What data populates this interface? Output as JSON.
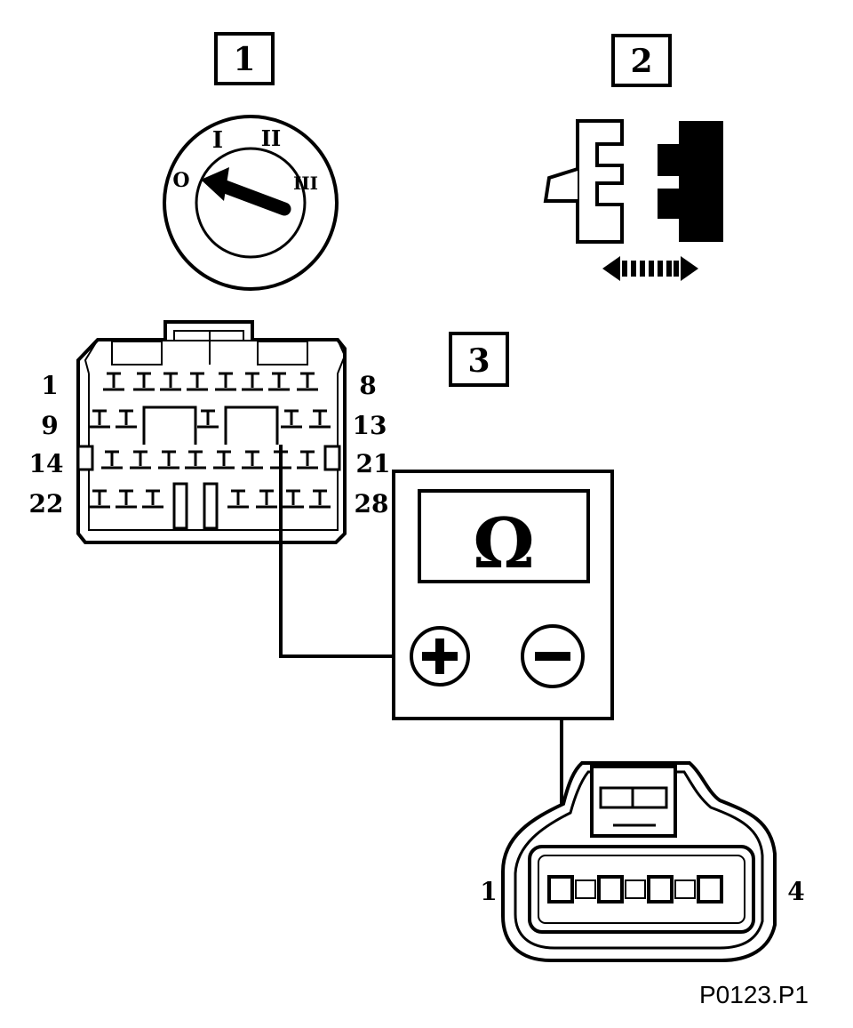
{
  "step_labels": {
    "step1": "1",
    "step2": "2",
    "step3": "3"
  },
  "ignition_switch": {
    "positions": [
      "O",
      "I",
      "II",
      "III"
    ]
  },
  "ecu_connector": {
    "row_labels_left": [
      "1",
      "9",
      "14",
      "22"
    ],
    "row_labels_right": [
      "8",
      "13",
      "21",
      "28"
    ]
  },
  "multimeter": {
    "display_symbol": "Ω",
    "positive_terminal": "+",
    "negative_terminal": "−"
  },
  "sensor_connector": {
    "left_label": "1",
    "right_label": "4"
  },
  "figure_code": "P0123.P1",
  "colors": {
    "ink": "#000000",
    "paper": "#ffffff"
  }
}
